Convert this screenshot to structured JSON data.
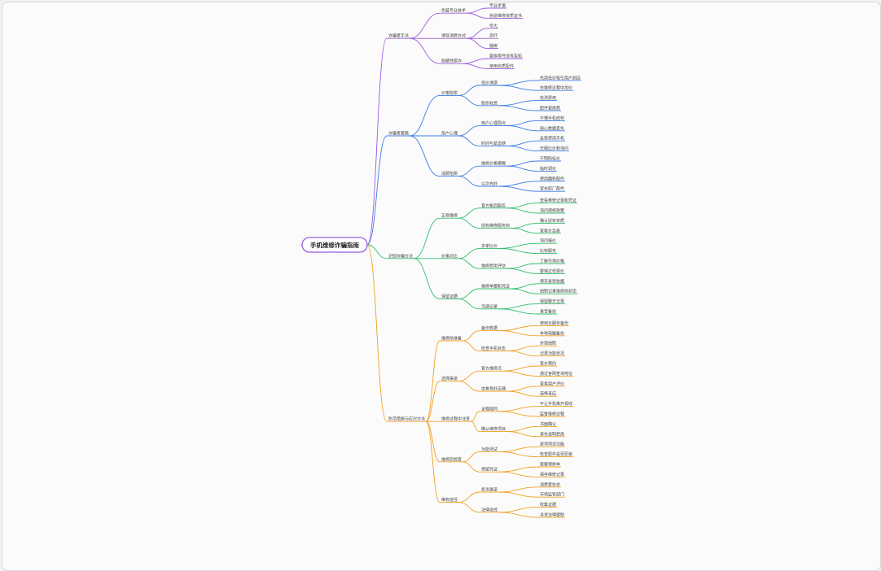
{
  "colors": {
    "background": "#fcfbfb",
    "root_border": "#9b59e0",
    "branch_purple": "#9b59e0",
    "branch_blue": "#3b7be8",
    "branch_green": "#2ebd6c",
    "branch_orange": "#f0a020"
  },
  "mindmap": {
    "root": "手机维修诈骗指南",
    "branches": [
      {
        "label": "诈骗者手法",
        "color": "#9b59e0",
        "children": [
          {
            "label": "伪装专业技术",
            "children": [
              {
                "label": "专业术语"
              },
              {
                "label": "伪造维修资质证书"
              }
            ]
          },
          {
            "label": "诱导消费方式",
            "children": [
              {
                "label": "夸大"
              },
              {
                "label": "恐吓"
              },
              {
                "label": "捆绑"
              }
            ]
          },
          {
            "label": "隐蔽性欺诈",
            "children": [
              {
                "label": "更换零件没有告知"
              },
              {
                "label": "使用劣质配件"
              }
            ]
          }
        ]
      },
      {
        "label": "诈骗者套路",
        "color": "#3b7be8",
        "children": [
          {
            "label": "价格陷阱",
            "children": [
              {
                "label": "低价诱惑",
                "children": [
                  {
                    "label": "先用低价吸引用户到店"
                  },
                  {
                    "label": "在维修过程中加价"
                  }
                ]
              },
              {
                "label": "隐形收费",
                "children": [
                  {
                    "label": "检测费用"
                  },
                  {
                    "label": "配件更换费"
                  }
                ]
              }
            ]
          },
          {
            "label": "用户心理",
            "children": [
              {
                "label": "用户心理弱点",
                "children": [
                  {
                    "label": "不懂手机结构"
                  },
                  {
                    "label": "担心数据丢失"
                  }
                ]
              },
              {
                "label": "时间与紧迫感",
                "children": [
                  {
                    "label": "急需使用手机"
                  },
                  {
                    "label": "无暇比价和询问"
                  }
                ]
              }
            ]
          },
          {
            "label": "消费陷阱",
            "children": [
              {
                "label": "维修价格模糊",
                "children": [
                  {
                    "label": "不明码标价"
                  },
                  {
                    "label": "临时调价"
                  }
                ]
              },
              {
                "label": "以次充好",
                "children": [
                  {
                    "label": "使用翻新配件"
                  },
                  {
                    "label": "冒充原厂配件"
                  }
                ]
              }
            ]
          }
        ]
      },
      {
        "label": "识别诈骗方法",
        "color": "#2ebd6c",
        "children": [
          {
            "label": "正规维修",
            "children": [
              {
                "label": "官方售后服务",
                "children": [
                  {
                    "label": "查看维修记录和凭证"
                  },
                  {
                    "label": "询问保修政策"
                  }
                ]
              },
              {
                "label": "授权维修服务商",
                "children": [
                  {
                    "label": "确认授权资质"
                  },
                  {
                    "label": "查看价目表"
                  }
                ]
              }
            ]
          },
          {
            "label": "价格对比",
            "children": [
              {
                "label": "多家比价",
                "children": [
                  {
                    "label": "询问报价"
                  },
                  {
                    "label": "比较服务"
                  }
                ]
              },
              {
                "label": "维修费用评估",
                "children": [
                  {
                    "label": "了解市场价格"
                  },
                  {
                    "label": "警惕过低报价"
                  }
                ]
              }
            ]
          },
          {
            "label": "保留证据",
            "children": [
              {
                "label": "维修单据和凭证",
                "children": [
                  {
                    "label": "保存发票收据"
                  },
                  {
                    "label": "拍照记录维修前状态"
                  }
                ]
              },
              {
                "label": "沟通记录",
                "children": [
                  {
                    "label": "保留聊天记录"
                  },
                  {
                    "label": "录音备份"
                  }
                ]
              }
            ]
          }
        ]
      },
      {
        "label": "防范措施与应对方法",
        "color": "#f0a020",
        "children": [
          {
            "label": "维修前准备",
            "children": [
              {
                "label": "备份数据",
                "children": [
                  {
                    "label": "使用云服务备份"
                  },
                  {
                    "label": "本地电脑备份"
                  }
                ]
              },
              {
                "label": "检查手机状态",
                "children": [
                  {
                    "label": "外观拍照"
                  },
                  {
                    "label": "记录功能状况"
                  }
                ]
              }
            ]
          },
          {
            "label": "选择渠道",
            "children": [
              {
                "label": "官方维修点",
                "children": [
                  {
                    "label": "官方预约"
                  },
                  {
                    "label": "通过官网查询地址"
                  }
                ]
              },
              {
                "label": "信誉良好店铺",
                "children": [
                  {
                    "label": "查看用户评价"
                  },
                  {
                    "label": "选择老店"
                  }
                ]
              }
            ]
          },
          {
            "label": "维修过程中注意",
            "children": [
              {
                "label": "全程陪同",
                "children": [
                  {
                    "label": "不让手机离开视线"
                  },
                  {
                    "label": "监督维修过程"
                  }
                ]
              },
              {
                "label": "确认维修项目",
                "children": [
                  {
                    "label": "书面确认"
                  },
                  {
                    "label": "事先说明费用"
                  }
                ]
              }
            ]
          },
          {
            "label": "维修后检查",
            "children": [
              {
                "label": "功能测试",
                "children": [
                  {
                    "label": "逐项测试功能"
                  },
                  {
                    "label": "检查配件是否原装"
                  }
                ]
              },
              {
                "label": "保留凭证",
                "children": [
                  {
                    "label": "索要保修单"
                  },
                  {
                    "label": "保存维修记录"
                  }
                ]
              }
            ]
          },
          {
            "label": "维权途径",
            "children": [
              {
                "label": "投诉渠道",
                "children": [
                  {
                    "label": "消费者协会"
                  },
                  {
                    "label": "市场监管部门"
                  }
                ]
              },
              {
                "label": "法律途径",
                "children": [
                  {
                    "label": "收集证据"
                  },
                  {
                    "label": "寻求法律援助"
                  }
                ]
              }
            ]
          }
        ]
      }
    ]
  }
}
